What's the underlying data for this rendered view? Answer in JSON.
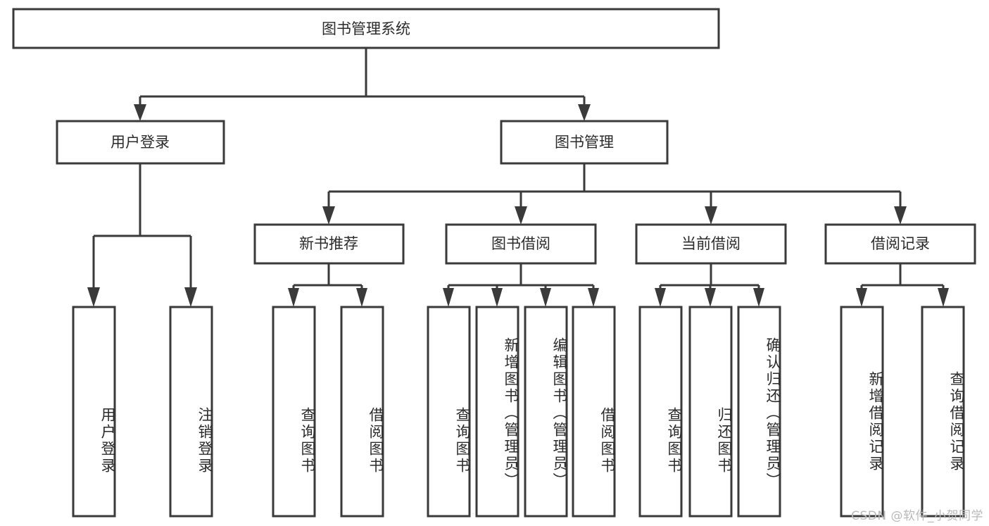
{
  "diagram": {
    "title_node": {
      "label": "图书管理系统"
    },
    "level2": [
      {
        "id": "user-login",
        "label": "用户登录"
      },
      {
        "id": "book-management",
        "label": "图书管理"
      }
    ],
    "level3": [
      {
        "id": "new-book-recommend",
        "label": "新书推荐"
      },
      {
        "id": "book-borrow",
        "label": "图书借阅"
      },
      {
        "id": "current-borrow",
        "label": "当前借阅"
      },
      {
        "id": "borrow-record",
        "label": "借阅记录"
      }
    ],
    "leaves": {
      "user_login": [
        {
          "id": "leaf-user-login",
          "label": "用户登录"
        },
        {
          "id": "leaf-logout-login",
          "label": "注销登录"
        }
      ],
      "new_book_recommend": [
        {
          "id": "leaf-query-book-1",
          "label": "查询图书"
        },
        {
          "id": "leaf-borrow-book-1",
          "label": "借阅图书"
        }
      ],
      "book_borrow": [
        {
          "id": "leaf-query-book-2",
          "label": "查询图书"
        },
        {
          "id": "leaf-add-book",
          "label": "新增图书（管理员）"
        },
        {
          "id": "leaf-edit-book",
          "label": "编辑图书（管理员）"
        },
        {
          "id": "leaf-borrow-book-2",
          "label": "借阅图书"
        }
      ],
      "current_borrow": [
        {
          "id": "leaf-query-book-3",
          "label": "查询图书"
        },
        {
          "id": "leaf-return-book",
          "label": "归还图书"
        },
        {
          "id": "leaf-confirm-return",
          "label": "确认归还（管理员）"
        }
      ],
      "borrow_record": [
        {
          "id": "leaf-add-borrow-record",
          "label": "新增借阅记录"
        },
        {
          "id": "leaf-query-borrow-record",
          "label": "查询借阅记录"
        }
      ]
    }
  },
  "watermark": {
    "text": "CSDN @软件_小贺同学"
  },
  "colors": {
    "box_stroke": "#3a3a3a",
    "box_fill": "#ffffff",
    "text": "#2b2b2b",
    "watermark": "#b9b9b9",
    "background": "#ffffff"
  }
}
